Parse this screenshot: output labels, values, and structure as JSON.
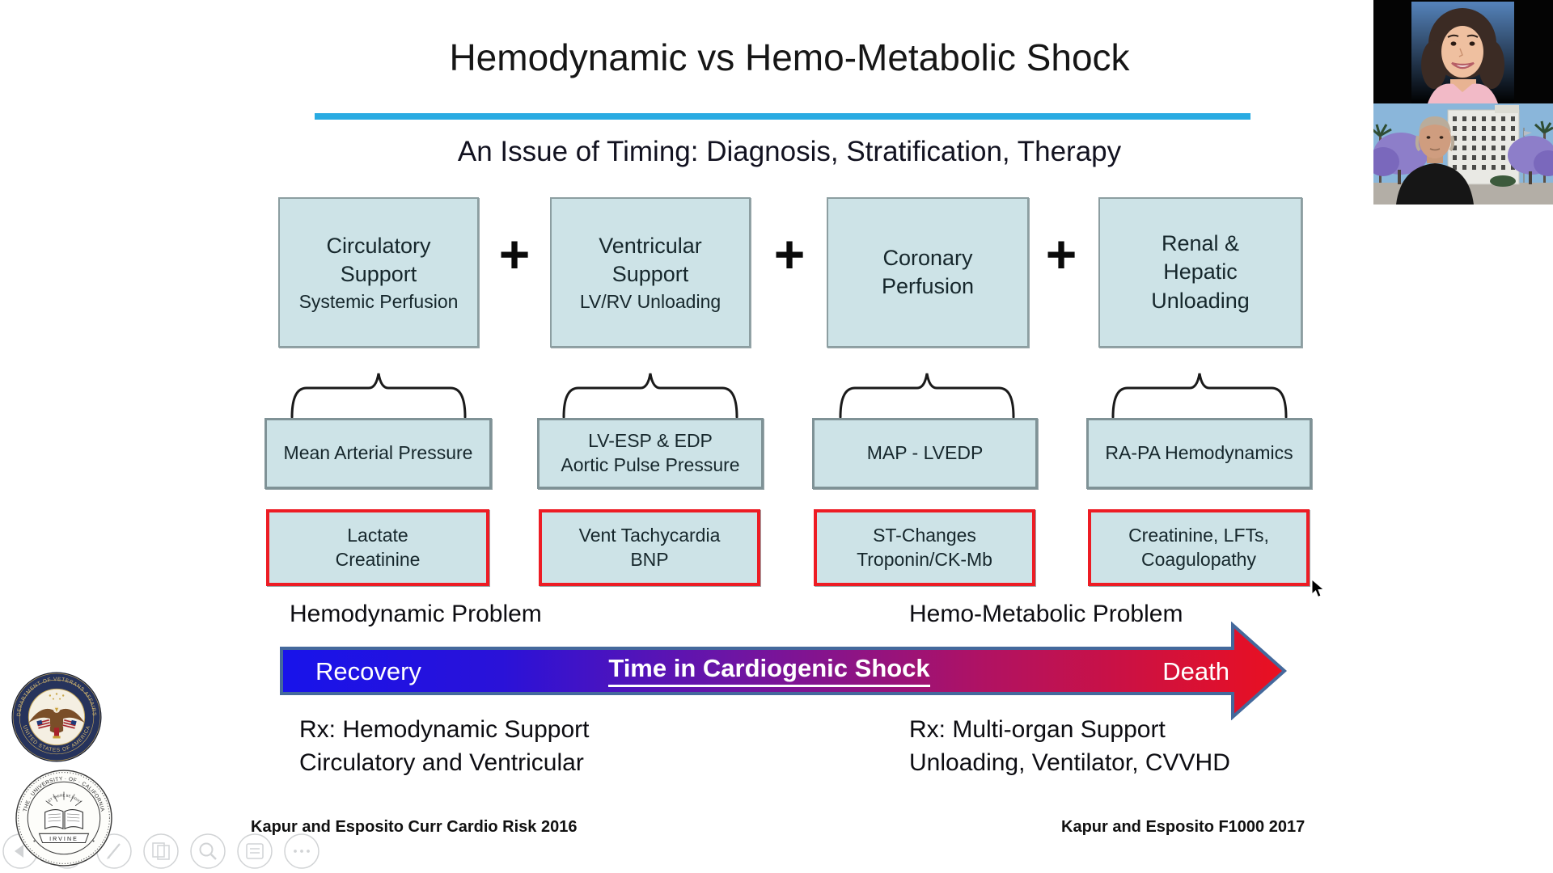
{
  "slide": {
    "title": "Hemodynamic vs Hemo-Metabolic Shock",
    "subtitle": "An Issue of Timing: Diagnosis, Stratification, Therapy",
    "plus": "+",
    "columns": [
      {
        "goal_main": "Circulatory\nSupport",
        "goal_sub": "Systemic Perfusion",
        "measure": "Mean Arterial Pressure",
        "marker": "Lactate\nCreatinine"
      },
      {
        "goal_main": "Ventricular\nSupport",
        "goal_sub": "LV/RV Unloading",
        "measure": "LV-ESP & EDP\nAortic Pulse Pressure",
        "marker": "Vent Tachycardia\nBNP"
      },
      {
        "goal_main": "Coronary\nPerfusion",
        "goal_sub": "",
        "measure": "MAP - LVEDP",
        "marker": "ST-Changes\nTroponin/CK-Mb"
      },
      {
        "goal_main": "Renal &\nHepatic\nUnloading",
        "goal_sub": "",
        "measure": "RA-PA Hemodynamics",
        "marker": "Creatinine, LFTs,\nCoagulopathy"
      }
    ],
    "timeline": {
      "left_problem": "Hemodynamic Problem",
      "right_problem": "Hemo-Metabolic Problem",
      "arrow_start": "Recovery",
      "arrow_center": "Time in Cardiogenic Shock",
      "arrow_end": "Death"
    },
    "rx_left": "Rx: Hemodynamic Support\nCirculatory and Ventricular",
    "rx_right": "Rx: Multi-organ Support\nUnloading, Ventilator, CVVHD",
    "citation_left": "Kapur and Esposito Curr Cardio Risk 2016",
    "citation_right": "Kapur and Esposito F1000 2017"
  },
  "seals": {
    "va_top": "DEPARTMENT OF VETERANS AFFAIRS",
    "va_bottom": "UNITED STATES OF AMERICA",
    "uci_ring": "THE · UNIVERSITY · OF · CALIFORNIA",
    "uci_book": "LET THERE BE LIGHT",
    "uci_banner": "IRVINE"
  },
  "colors": {
    "box_fill": "#cde3e7",
    "box_border": "#8c9ea1",
    "marker_border": "#ed1c24",
    "title_underline": "#29abe2",
    "arrow_blue": "#1813ea",
    "arrow_red": "#ea1020",
    "arrow_border": "#44699c"
  },
  "toolbar": {
    "icons": [
      "previous",
      "next",
      "pen",
      "slide-panels",
      "magnifier",
      "notes",
      "more"
    ]
  }
}
